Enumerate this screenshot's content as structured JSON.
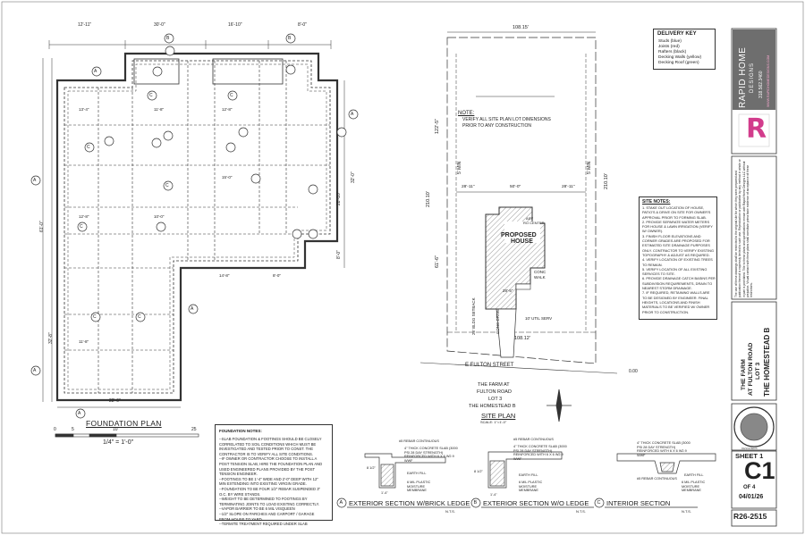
{
  "foundation_plan": {
    "title": "FOUNDATION PLAN",
    "scale_label": "1/4\" = 1'-0\"",
    "scale_ticks": [
      "0",
      "5",
      "10",
      "25"
    ],
    "top_dims": [
      "12'-11\"",
      "30'-0\"",
      "16'-10\"",
      "8'-0\""
    ],
    "right_dims": [
      "32'-0\"",
      "28'-10\"",
      "8'-0\""
    ],
    "left_dims": [
      "61'-0\"",
      "32'-8\""
    ],
    "bottom_dim": "22'-6\"",
    "inner_dims": [
      "13'-4\"",
      "12'-8\"",
      "11'-8\"",
      "10'-0\"",
      "14'-8\"",
      "8'-0\"",
      "12'-8\"",
      "15'-0\"",
      "11'-8\""
    ],
    "callouts": [
      "A",
      "B",
      "C"
    ]
  },
  "foundation_notes": {
    "heading": "FOUNDATION NOTES:",
    "lines": [
      "--SLAB FOUNDATION & FOOTINGS SHOULD BE CLOSELY",
      "CORRELATED TO SOIL CONDITIONS WHICH MUST BE",
      "INVESTIGATED AND TESTED PRIOR TO CONST. THE",
      "CONTRACTOR IS TO VERIFY ALL SITE CONDITIONS.",
      "--IF OWNER OR CONTRACTOR CHOOSE TO INSTALL A",
      "POST TENSION SLAB, HIRE THE FOUNDATION PLAN AND",
      "USED ENGINEERED PLANS PROVIDED BY THE POST",
      "TENSION ENGINEER.",
      "--FOOTINGS TO BE 1'-4\" WIDE AND 2'-0\" DEEP WITH 12\"",
      "MIN EXTENDING INTO EXISTING VIRGIN GRADE.",
      "--FOUNDATION TO BE FOUR 1/2\" REBAR SUSPENDED 3\"",
      "O.C. BY WIRE STANDS.",
      "--WEIGHT TO BE DETERMINED TO FOOTINGS BY",
      "TERMINATING JOINTS TO LOAD EXISTING CORRECTLY.",
      "--VAPOR BARRIER TO BE 6 MIL VISQUEEN",
      "--1/2\" SLOPE ON PARCHES AND CARPORT / GARAGE",
      "FROM HOUSE TO YARD.",
      "--TERMITE TREATMENT REQUIRED UNDER SLAB"
    ]
  },
  "site_plan": {
    "title": "SITE PLAN",
    "scale": "SCALE: 1\"=1'-0\"",
    "top_dim": "108.15'",
    "bottom_dim": "108.12'",
    "left_dim_top": "122'-5\"",
    "left_dim_mid": "210.10'",
    "left_dim_low": "61'-6\"",
    "right_dim": "210.10'",
    "side_offsets": [
      "28'-11\"",
      "50'-0\"",
      "28'-11\""
    ],
    "setback_labels": [
      "5' MIN",
      "5' MIN"
    ],
    "note_label": "NOTE:",
    "note_lines": [
      "VERIFY ALL SITE PLAN LOT DIMENSIONS",
      "PRIOR TO ANY CONSTRUCTION"
    ],
    "house_label_1": "PROPOSED",
    "house_label_2": "HOUSE",
    "center_label_1": "ASV",
    "center_label_2": "RO CENTER",
    "walk_label_1": "CONC",
    "walk_label_2": "WALK",
    "drive_label": "CONC DRIVE",
    "setback_label": "25' BLDG SETBACK",
    "small_dim": "28'-5\"",
    "util_label": "10' UTIL SERV",
    "street_label": "E FULTON STREET",
    "elevation": "0.00",
    "project_lines": [
      "THE FARM AT",
      "FULTON ROAD",
      "LOT 3",
      "THE HOMESTEAD B"
    ]
  },
  "delivery_key": {
    "heading": "DELIVERY KEY",
    "items": [
      "Studs (blue)",
      "Joists (red)",
      "Rafters (black)",
      "Decking Walls (yellow)",
      "Decking Roof (green)"
    ]
  },
  "site_notes": {
    "heading": "SITE NOTES:",
    "lines": [
      "1. STAKE OUT LOCATION OF HOUSE,",
      "PATIO'S & DRIVE ON SITE FOR OWNER'S",
      "APPROVAL PRIOR TO FORMING SLAB.",
      "2. PROVIDE SEPARATE WATER METERS",
      "FOR HOUSE & LAWN IRRIGATION (VERIFY",
      "W/ OWNER).",
      "3. FINISH FLOOR ELEVATIONS AND",
      "CORNER GRADES ARE PROPOSED FOR",
      "ESTIMATED SITE DRAINAGE PURPOSES",
      "ONLY. CONTRACTOR TO VERIFY EXISTING",
      "TOPOGRAPHY & ADJUST AS REQUIRED.",
      "4. VERIFY LOCATION OF EXISTING TREES",
      "TO REMAIN.",
      "5. VERIFY LOCATION OF ALL EXISTING",
      "SERVICES TO SITE.",
      "6. PROVIDE DRAINAGE CATCH BASINS PER",
      "SUBDIVISION REQUIREMENTS, DRAIN TO",
      "NEAREST STORM DRAINAGE.",
      "7. IF REQUIRED, RETAINING WALLS ARE",
      "TO BE DESIGNED BY ENGINEER. FINAL",
      "HEIGHTS, LOCATIONS AND FINISH",
      "MATERIALS TO BE VERIFIED W/ OWNER",
      "PRIOR TO CONSTRUCTION."
    ]
  },
  "sections": [
    {
      "marker": "A",
      "title": "EXTERIOR SECTION W/BRICK LEDGE",
      "nts": "N.T.S."
    },
    {
      "marker": "B",
      "title": "EXTERIOR SECTION W/O LEDGE",
      "nts": "N.T.S."
    },
    {
      "marker": "C",
      "title": "INTERIOR SECTION",
      "nts": "N.T.S."
    }
  ],
  "section_notes": {
    "rebar": "#5 REBAR CONTINUOUS",
    "slab": "4\" THICK CONCRETE SLAB (3000 PSI 28 DAY STRENGTH) REINFORCED WITH 6 X 6 W2.9 WWF",
    "fill": "EARTH FILL",
    "membrane": "6 MIL PLASTIC MOISTURE MEMBRANE",
    "dim_a": "8 1/2\"",
    "dim_b": "1'-4\""
  },
  "title_block": {
    "company_1": "RAPID HOME",
    "company_2": "DESIGNS",
    "phone": "318.562.3460",
    "website": "WWW.RAPIDHOMEDESIGNS.COM",
    "logo_letter": "R",
    "disclaimer": "The use of these drawings shall be restricted to the original site for which they were prepared and publication thereof is expressly limited to such use. Reproduction or publication by any method in whole or in part is prohibited. Title to these plans and specifications remain with Rapid Home Designs LLC without prejudice. Visual contact with these plans shall constitute prima facie evidence of acceptance of these restrictions.",
    "project_lines": [
      "THE FARM",
      "AT FULTON ROAD",
      "LOT 3"
    ],
    "project_name": "THE HOMESTEAD B",
    "seal_text": "DESIGNERS",
    "sheet_label": "SHEET 1",
    "sheet_code": "C1",
    "sheet_of": "OF 4",
    "date": "04/01/26",
    "job_number": "R26-2515"
  },
  "colors": {
    "line": "#333333",
    "brand_gray": "#6e6e6e",
    "brand_pink": "#d23c8c",
    "hatch": "#555555"
  }
}
